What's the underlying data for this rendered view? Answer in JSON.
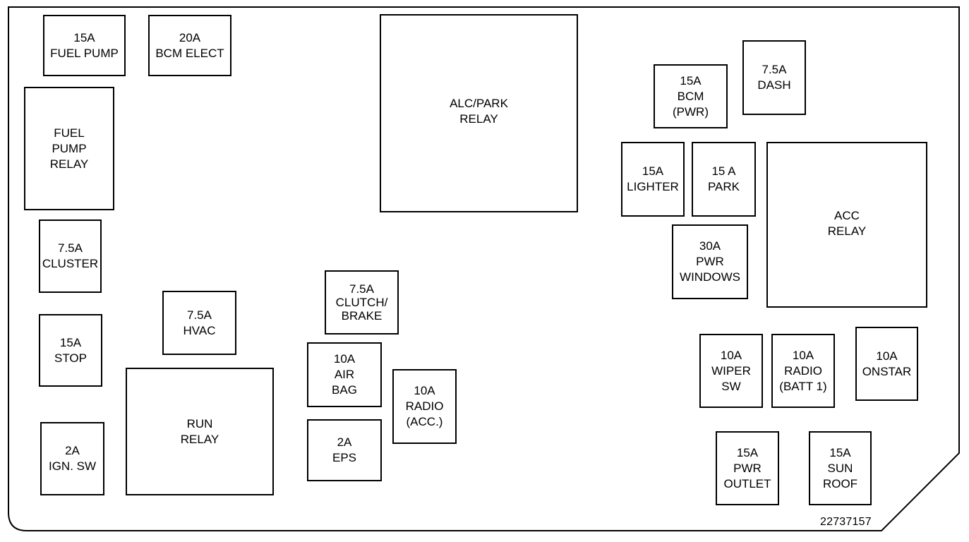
{
  "diagram_id": "22737157",
  "boxes": {
    "fuel_pump_fuse": [
      "15A",
      "FUEL PUMP"
    ],
    "bcm_elect_fuse": [
      "20A",
      "BCM ELECT"
    ],
    "fuel_pump_relay": [
      "FUEL",
      "PUMP",
      "RELAY"
    ],
    "cluster_fuse": [
      "7.5A",
      "CLUSTER"
    ],
    "stop_fuse": [
      "15A",
      "STOP"
    ],
    "ign_sw_fuse": [
      "2A",
      "IGN. SW"
    ],
    "hvac_fuse": [
      "7.5A",
      "HVAC"
    ],
    "run_relay": [
      "RUN",
      "RELAY"
    ],
    "alc_park_relay": [
      "ALC/PARK",
      "RELAY"
    ],
    "clutch_brake_fuse": [
      "7.5A",
      "CLUTCH/",
      "BRAKE"
    ],
    "air_bag_fuse": [
      "10A",
      "AIR",
      "BAG"
    ],
    "eps_fuse": [
      "2A",
      "EPS"
    ],
    "radio_acc_fuse": [
      "10A",
      "RADIO",
      "(ACC.)"
    ],
    "bcm_pwr_fuse": [
      "15A",
      "BCM",
      "(PWR)"
    ],
    "dash_fuse": [
      "7.5A",
      "DASH"
    ],
    "lighter_fuse": [
      "15A",
      "LIGHTER"
    ],
    "park_fuse": [
      "15 A",
      "PARK"
    ],
    "pwr_windows_fuse": [
      "30A",
      "PWR",
      "WINDOWS"
    ],
    "acc_relay": [
      "ACC",
      "RELAY"
    ],
    "wiper_sw_fuse": [
      "10A",
      "WIPER",
      "SW"
    ],
    "radio_batt1_fuse": [
      "10A",
      "RADIO",
      "(BATT 1)"
    ],
    "onstar_fuse": [
      "10A",
      "ONSTAR"
    ],
    "pwr_outlet_fuse": [
      "15A",
      "PWR",
      "OUTLET"
    ],
    "sun_roof_fuse": [
      "15A",
      "SUN",
      "ROOF"
    ]
  }
}
